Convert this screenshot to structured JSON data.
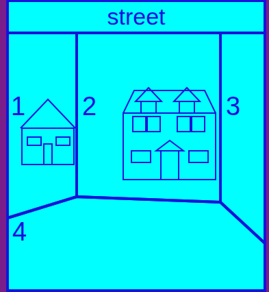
{
  "diagram": {
    "nodes": [
      {
        "text": [
          "street"
        ]
      },
      {
        "text": [
          "1"
        ]
      },
      {
        "text": [
          "2"
        ]
      },
      {
        "text": [
          "3"
        ]
      },
      {
        "text": [
          "4"
        ]
      }
    ]
  }
}
